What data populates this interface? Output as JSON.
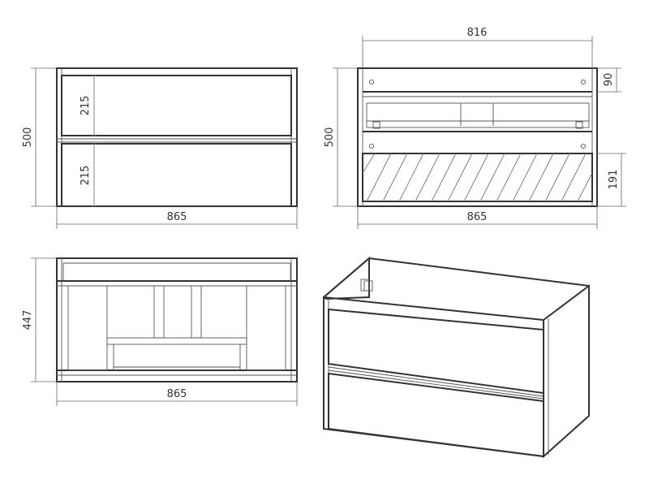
{
  "dimensions": {
    "front_height": "500",
    "front_upper_drawer": "215",
    "front_lower_drawer": "215",
    "front_width": "865",
    "back_inner_width": "816",
    "back_height": "500",
    "back_top_rail": "90",
    "back_bottom_section": "191",
    "back_width": "865",
    "top_depth": "447",
    "top_width": "865"
  },
  "colors": {
    "line": "#333333",
    "dimension": "#666666",
    "background": "#ffffff"
  }
}
